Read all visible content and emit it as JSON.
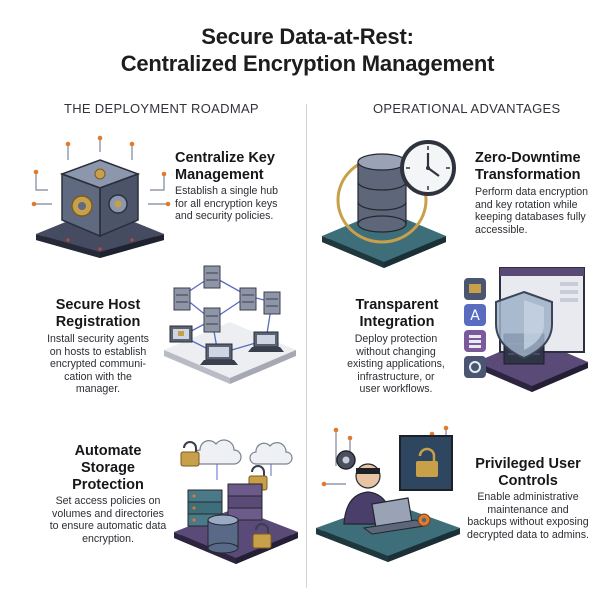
{
  "title": {
    "line1": "Secure Data-at-Rest:",
    "line2": "Centralized Encryption Management"
  },
  "columns": {
    "left": "THE DEPLOYMENT ROADMAP",
    "right": "OPERATIONAL ADVANTAGES"
  },
  "roadmap": [
    {
      "heading": [
        "Centralize Key",
        "Management"
      ],
      "desc": [
        "Establish a single hub",
        "for all encryption keys",
        "and security policies."
      ],
      "icon": "encryption-vault-cube-icon"
    },
    {
      "heading": [
        "Secure Host",
        "Registration"
      ],
      "desc": [
        "Install security agents",
        "on hosts to establish",
        "encrypted communi-",
        "cation with the",
        "manager."
      ],
      "icon": "host-network-icon"
    },
    {
      "heading": [
        "Automate",
        "Storage",
        "Protection"
      ],
      "desc": [
        "Set access policies on",
        "volumes and directories",
        "to ensure automatic data",
        "encryption."
      ],
      "icon": "locked-storage-icon"
    }
  ],
  "advantages": [
    {
      "heading": [
        "Zero-Downtime",
        "Transformation"
      ],
      "desc": [
        "Perform data encryption",
        "and key rotation while",
        "keeping databases fully",
        "accessible."
      ],
      "icon": "database-clock-icon"
    },
    {
      "heading": [
        "Transparent",
        "Integration"
      ],
      "desc": [
        "Deploy protection",
        "without changing",
        "existing applications,",
        "infrastructure, or",
        "user workflows."
      ],
      "icon": "shield-apps-icon"
    },
    {
      "heading": [
        "Privileged User",
        "Controls"
      ],
      "desc": [
        "Enable administrative",
        "maintenance and",
        "backups without exposing",
        "decrypted data to admins."
      ],
      "icon": "admin-lock-icon"
    }
  ],
  "colors": {
    "slate": "#3d4255",
    "teal": "#3e6e79",
    "purple": "#5a4a78",
    "gold": "#c9a04a",
    "orange": "#e07a2e",
    "red": "#c4463a"
  }
}
